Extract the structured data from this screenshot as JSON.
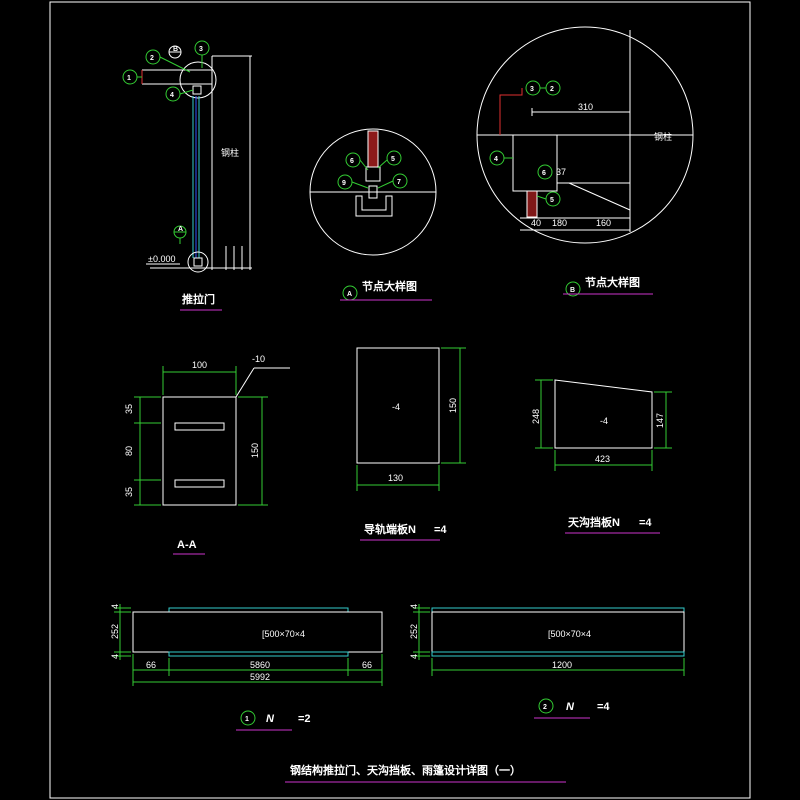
{
  "titles": {
    "sliding_door": "推拉门",
    "node_a": "节点大样图",
    "node_b": "节点大样图",
    "section_aa": "A-A",
    "rail_end_plate": "导轨端板N",
    "rail_end_plate_qty": "=4",
    "gutter_plate": "天沟挡板N",
    "gutter_plate_qty": "=4",
    "beam1_n": "N",
    "beam1_qty": "=2",
    "beam2_n": "N",
    "beam2_qty": "=4",
    "main_title": "钢结构推拉门、天沟挡板、雨篷设计详图（一）"
  },
  "markers": {
    "A": "A",
    "B": "B",
    "one": "1",
    "two": "2",
    "three": "3",
    "four": "4",
    "five": "5",
    "six": "6",
    "seven": "7",
    "nine": "9"
  },
  "labels": {
    "steel_column": "钢柱",
    "elevation": "±0.000",
    "plate_thk_10": "-10",
    "plate_thk_4": "-4",
    "channel_section": "[500×70×4"
  },
  "dims": {
    "b_310": "310",
    "b_37": "37",
    "b_40": "40",
    "b_180": "180",
    "b_160": "160",
    "aa_100": "100",
    "aa_35a": "35",
    "aa_80": "80",
    "aa_35b": "35",
    "aa_150": "150",
    "rail_130": "130",
    "rail_150": "150",
    "gut_248": "248",
    "gut_423": "423",
    "gut_147": "147",
    "beam_4a": "4",
    "beam_4b": "4",
    "beam_252": "252",
    "beam_66a": "66",
    "beam_5860": "5860",
    "beam_66b": "66",
    "beam_5992": "5992",
    "beam2_4a": "4",
    "beam2_4b": "4",
    "beam2_252": "252",
    "beam2_1200": "1200"
  }
}
